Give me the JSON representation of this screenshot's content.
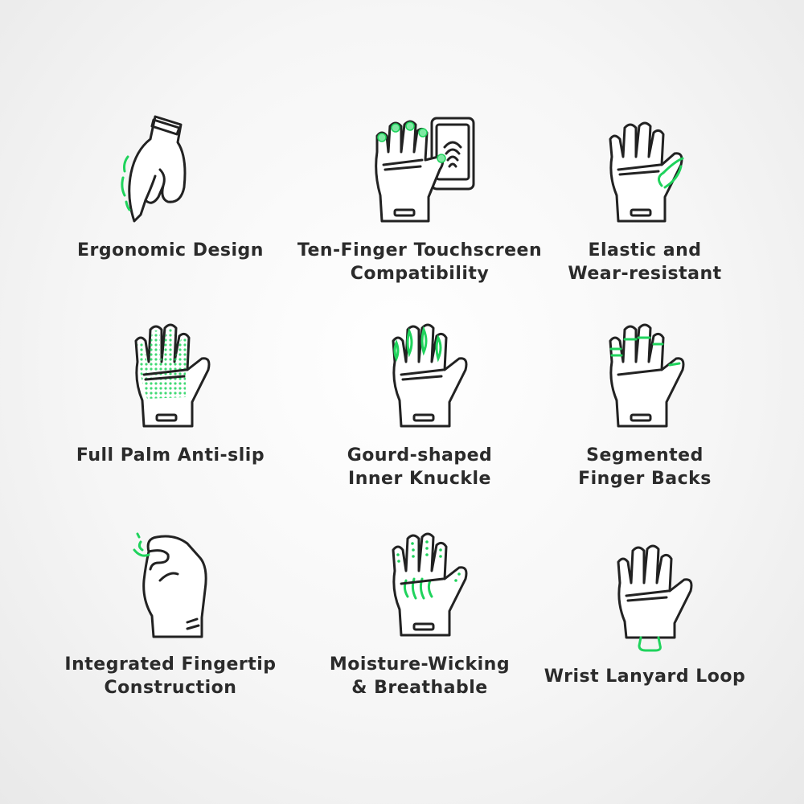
{
  "accent_color": "#1fd35c",
  "text_color": "#2b2b2b",
  "features": [
    {
      "id": "ergonomic",
      "label": "Ergonomic Design",
      "icon": "ergonomic-hand-icon"
    },
    {
      "id": "touchscreen",
      "label": "Ten-Finger Touchscreen\nCompatibility",
      "icon": "touchscreen-glove-icon"
    },
    {
      "id": "elastic",
      "label": "Elastic and\nWear-resistant",
      "icon": "elastic-glove-icon"
    },
    {
      "id": "antislip",
      "label": "Full Palm Anti-slip",
      "icon": "anti-slip-glove-icon"
    },
    {
      "id": "knuckle",
      "label": "Gourd-shaped\nInner Knuckle",
      "icon": "knuckle-glove-icon"
    },
    {
      "id": "segmented",
      "label": "Segmented\nFinger Backs",
      "icon": "segmented-glove-icon"
    },
    {
      "id": "fingertip",
      "label": "Integrated Fingertip\nConstruction",
      "icon": "fingertip-hand-icon"
    },
    {
      "id": "moisture",
      "label": "Moisture-Wicking\n& Breathable",
      "icon": "breathable-glove-icon"
    },
    {
      "id": "lanyard",
      "label": "Wrist Lanyard Loop",
      "icon": "lanyard-glove-icon"
    }
  ]
}
